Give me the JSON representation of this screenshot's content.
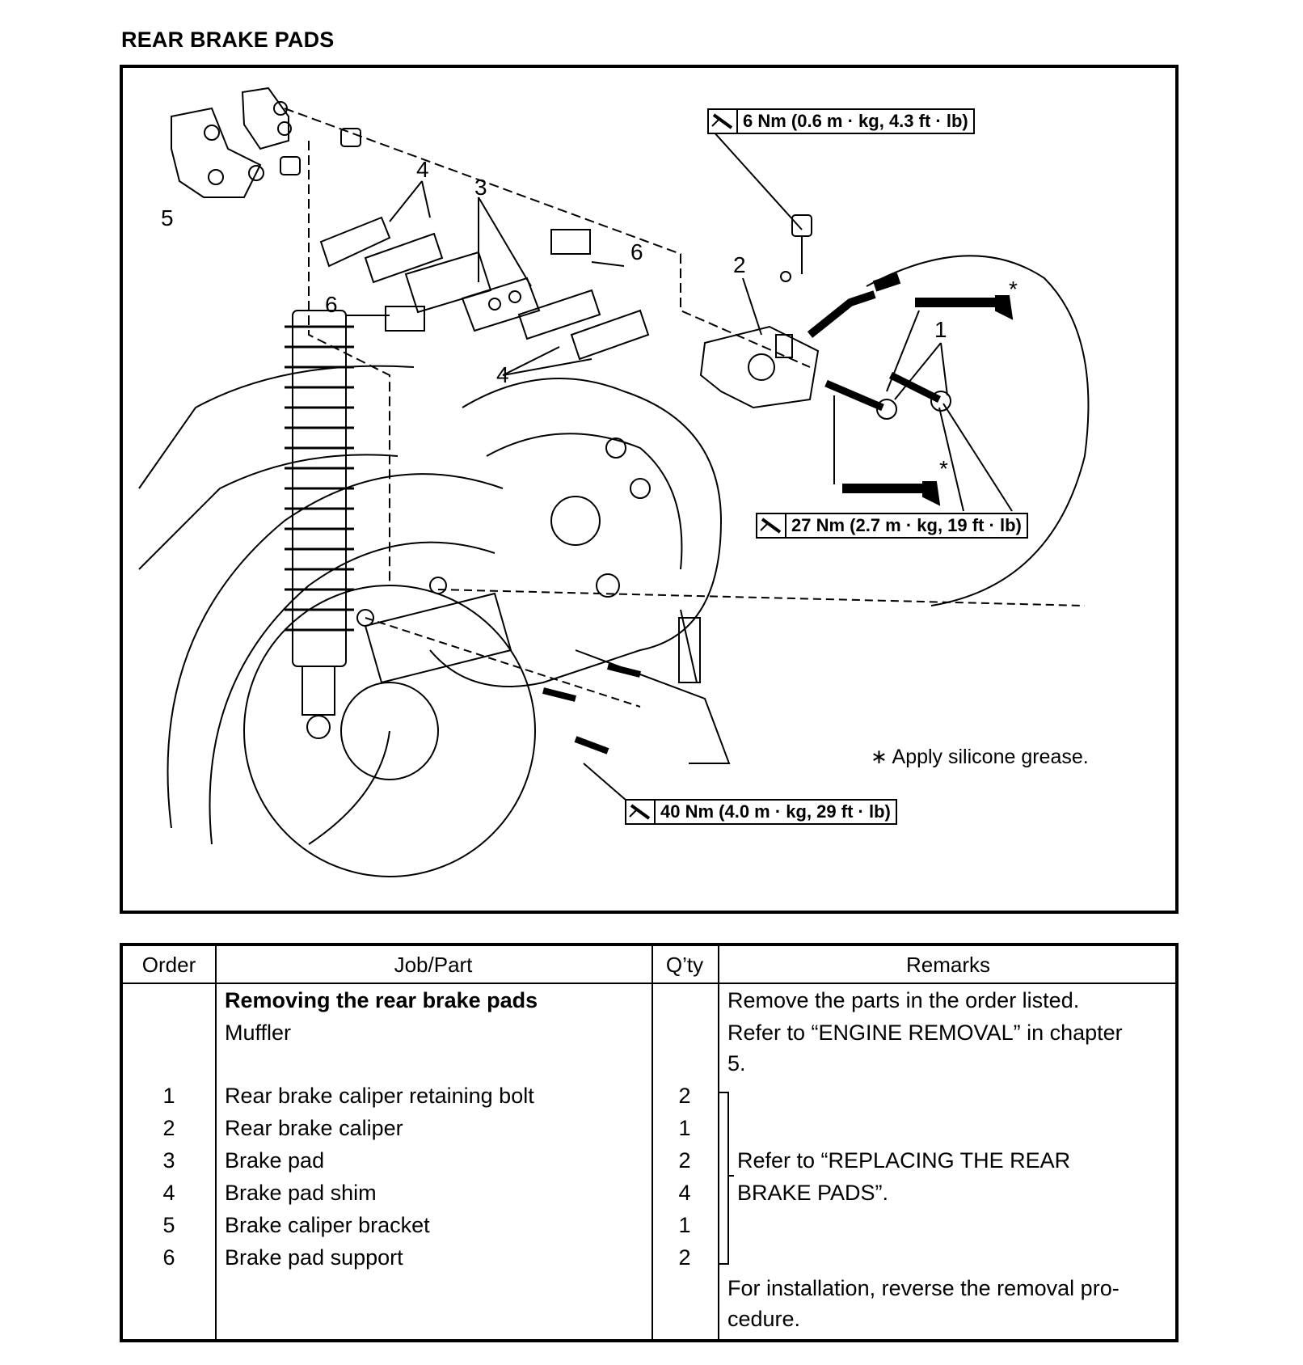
{
  "page": {
    "title": "REAR BRAKE PADS"
  },
  "figure": {
    "torque_specs": [
      "6 Nm (0.6 m · kg, 4.3 ft · lb)",
      "27 Nm (2.7 m · kg, 19 ft · lb)",
      "40 Nm (4.0 m · kg, 29 ft · lb)"
    ],
    "callouts": [
      "1",
      "2",
      "3",
      "4",
      "4",
      "5",
      "6",
      "6"
    ],
    "grease_marks": [
      "*",
      "*"
    ],
    "note": "∗ Apply silicone grease."
  },
  "table": {
    "headers": [
      "Order",
      "Job/Part",
      "Q’ty",
      "Remarks"
    ],
    "section_title": "Removing the rear brake pads",
    "section_remark": "Remove the parts in the order listed.",
    "muffler": "Muffler",
    "muffler_remark_1": "Refer to “ENGINE REMOVAL” in chapter",
    "muffler_remark_2": "5.",
    "rows": [
      {
        "order": "1",
        "part": "Rear brake caliper retaining bolt",
        "qty": "2"
      },
      {
        "order": "2",
        "part": "Rear brake caliper",
        "qty": "1"
      },
      {
        "order": "3",
        "part": "Brake pad",
        "qty": "2"
      },
      {
        "order": "4",
        "part": "Brake pad shim",
        "qty": "4"
      },
      {
        "order": "5",
        "part": "Brake caliper bracket",
        "qty": "1"
      },
      {
        "order": "6",
        "part": "Brake pad support",
        "qty": "2"
      }
    ],
    "group_remark_1": "Refer to “REPLACING THE REAR",
    "group_remark_2": "BRAKE PADS”.",
    "install_remark_1": "For installation, reverse the removal pro-",
    "install_remark_2": "cedure."
  }
}
